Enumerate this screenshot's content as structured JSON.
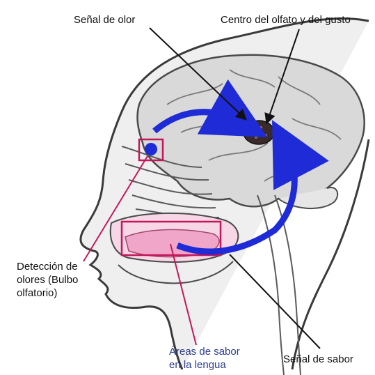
{
  "labels": {
    "odor_signal": "Señal de olor",
    "center": "Centro del olfato y del gusto",
    "detection_line1": "Detección de",
    "detection_line2": "olores (Bulbo",
    "detection_line3": "olfatorio)",
    "taste_areas_line1": "Áreas de sabor",
    "taste_areas_line2": "en la lengua",
    "taste_signal": "Señal de sabor"
  },
  "colors": {
    "outline": "#3a3a3a",
    "arrow": "#1f2bd6",
    "highlight": "#c2185b",
    "tongue": "#f0a6c8",
    "brain": "#d9d9d9",
    "blue_text": "#2c3d8c"
  }
}
